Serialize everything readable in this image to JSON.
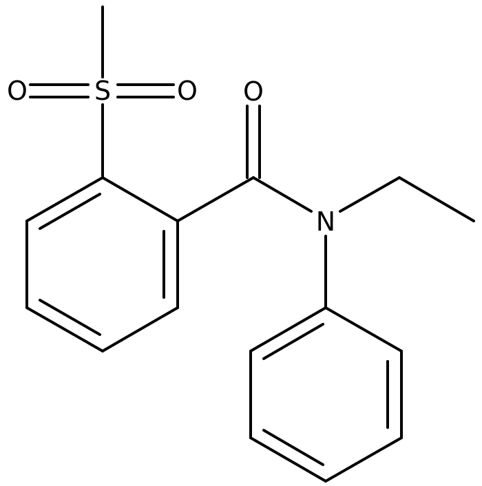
{
  "structure": {
    "atoms": [
      {
        "id": "S",
        "label": "S"
      },
      {
        "id": "O1",
        "label": "O"
      },
      {
        "id": "O2",
        "label": "O"
      },
      {
        "id": "O3",
        "label": "O"
      },
      {
        "id": "N",
        "label": "N"
      }
    ]
  },
  "colors": {
    "ink": "#000000",
    "background": "#ffffff"
  }
}
